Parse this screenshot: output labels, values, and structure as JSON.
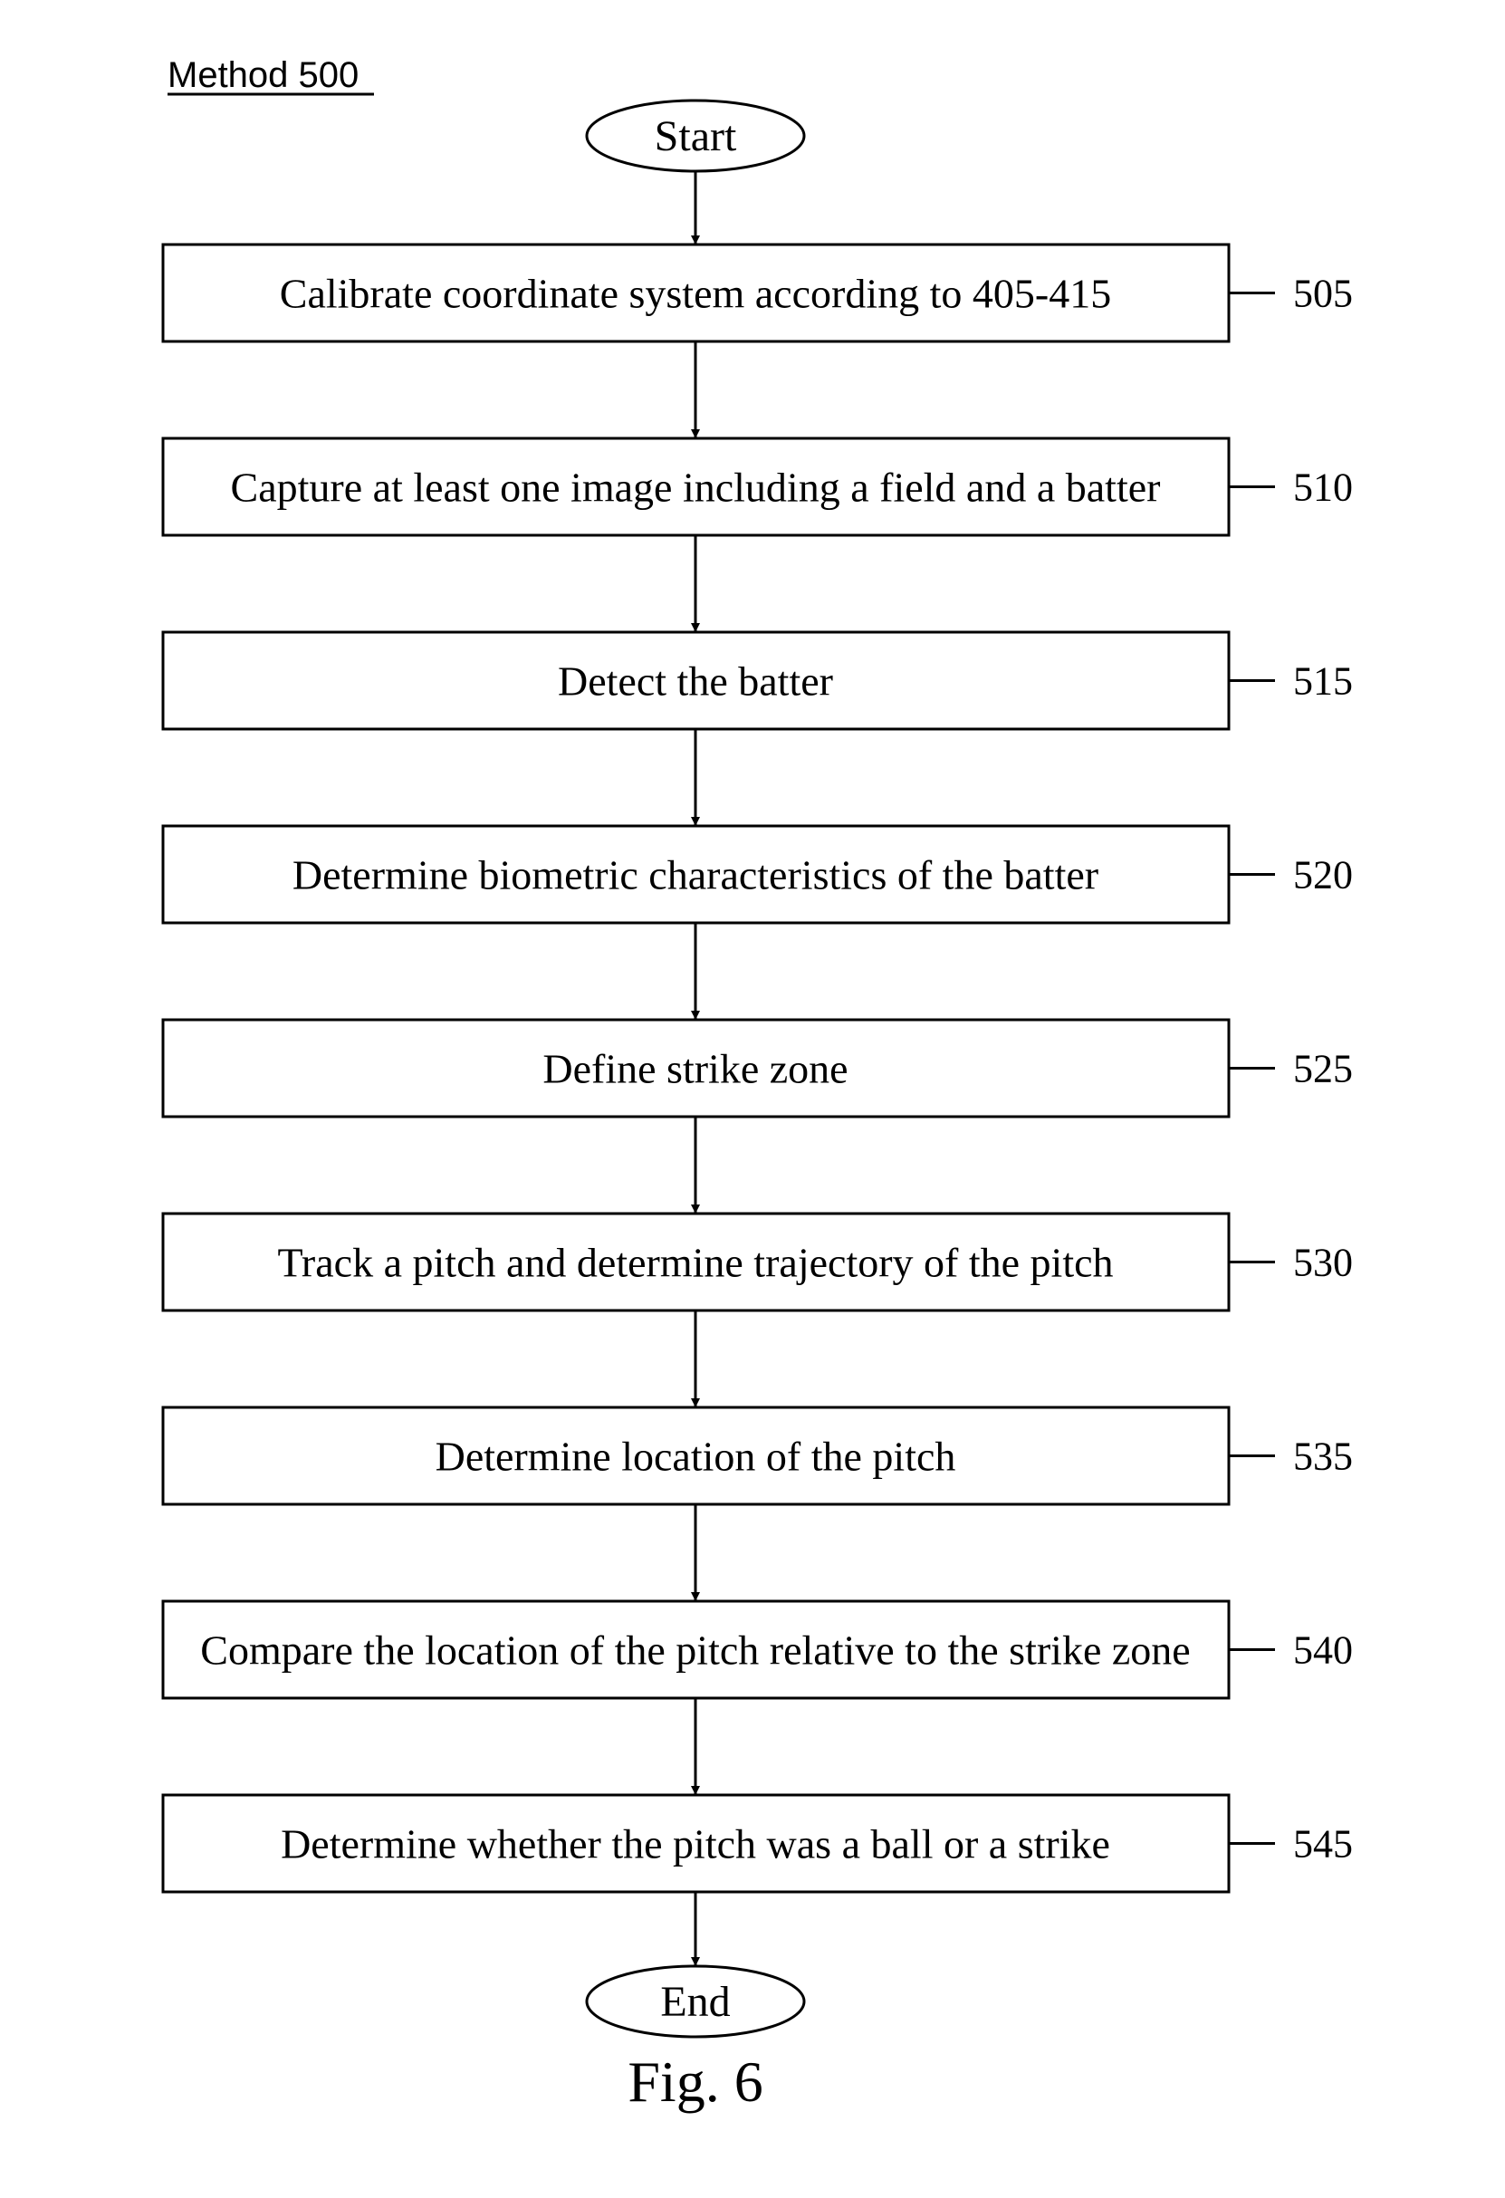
{
  "method_label": "Method 500",
  "start_label": "Start",
  "end_label": "End",
  "figure_caption": "Fig. 6",
  "steps": [
    {
      "text": "Calibrate coordinate system according to 405-415",
      "ref": "505"
    },
    {
      "text": "Capture at least one image including a field and a batter",
      "ref": "510"
    },
    {
      "text": "Detect the batter",
      "ref": "515"
    },
    {
      "text": "Determine biometric characteristics of the batter",
      "ref": "520"
    },
    {
      "text": "Define strike zone",
      "ref": "525"
    },
    {
      "text": "Track a pitch and determine trajectory of the pitch",
      "ref": "530"
    },
    {
      "text": "Determine location of the pitch",
      "ref": "535"
    },
    {
      "text": "Compare the location of the pitch relative to the strike zone",
      "ref": "540"
    },
    {
      "text": "Determine whether the pitch was a ball or a strike",
      "ref": "545"
    }
  ]
}
